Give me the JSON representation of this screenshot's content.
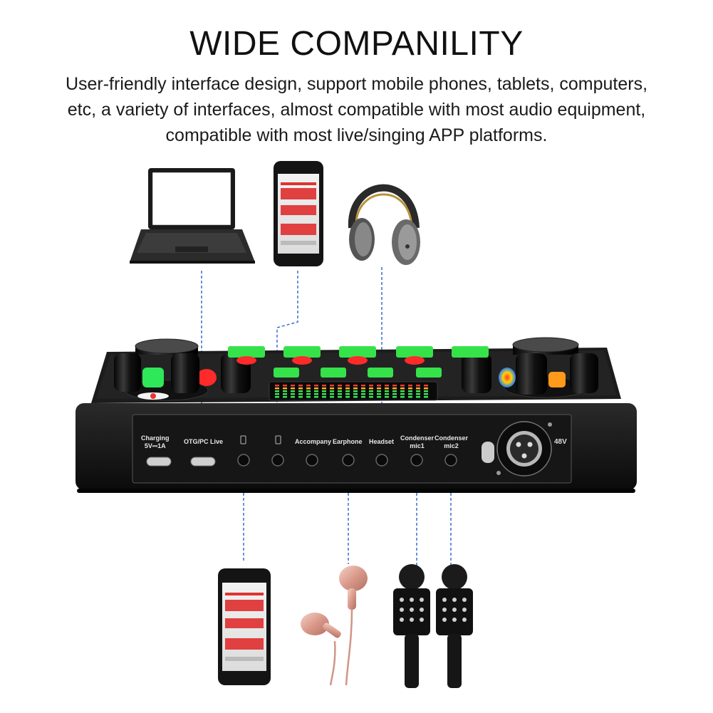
{
  "header": {
    "title": "WIDE COMPANILITY",
    "description_lines": [
      "User-friendly interface design, support mobile phones, tablets, computers,",
      "etc, a variety of interfaces, almost compatible with most audio equipment,",
      "compatible with most live/singing APP platforms."
    ]
  },
  "ports": {
    "charging_line1": "Charging",
    "charging_line2": "5V⎓1A",
    "otg": "OTG/PC Live",
    "accompany": "Accompany",
    "earphone": "Earphone",
    "headset": "Headset",
    "condenser1_line1": "Condenser",
    "condenser1_line2": "mic1",
    "condenser2_line1": "Condenser",
    "condenser2_line2": "mic2",
    "phantom": "48V"
  },
  "devices_top": [
    "laptop-icon",
    "smartphone-icon",
    "headphones-icon"
  ],
  "devices_bottom": [
    "smartphone-icon",
    "earphones-icon",
    "microphone-icon",
    "microphone-icon"
  ],
  "colors": {
    "link_line": "#2f5fcf",
    "button_green": "#35e24a",
    "button_red": "#ff2a2a",
    "device_body": "#141414"
  }
}
